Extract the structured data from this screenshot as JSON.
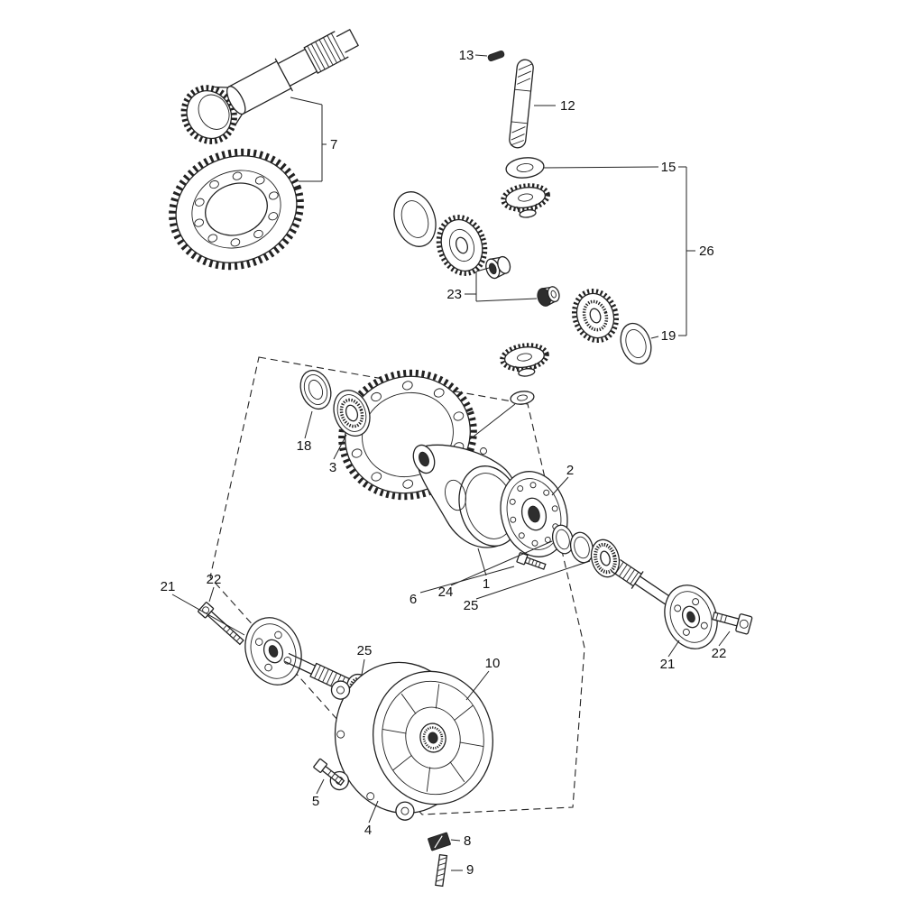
{
  "page": {
    "background_color": "#ffffff",
    "line_color": "#222222"
  },
  "diagram": {
    "kind": "exploded-parts-diagram",
    "labels": [
      {
        "id": "callout-13",
        "text": "13"
      },
      {
        "id": "callout-12",
        "text": "12"
      },
      {
        "id": "callout-15",
        "text": "15"
      },
      {
        "id": "callout-26",
        "text": "26"
      },
      {
        "id": "callout-19",
        "text": "19"
      },
      {
        "id": "callout-23",
        "text": "23"
      },
      {
        "id": "callout-7",
        "text": "7"
      },
      {
        "id": "callout-18",
        "text": "18"
      },
      {
        "id": "callout-3",
        "text": "3"
      },
      {
        "id": "callout-2",
        "text": "2"
      },
      {
        "id": "callout-1",
        "text": "1"
      },
      {
        "id": "callout-6",
        "text": "6"
      },
      {
        "id": "callout-24",
        "text": "24"
      },
      {
        "id": "callout-25-upper",
        "text": "25"
      },
      {
        "id": "callout-22-left",
        "text": "22"
      },
      {
        "id": "callout-21-left",
        "text": "21"
      },
      {
        "id": "callout-25-lower",
        "text": "25"
      },
      {
        "id": "callout-10",
        "text": "10"
      },
      {
        "id": "callout-5",
        "text": "5"
      },
      {
        "id": "callout-4",
        "text": "4"
      },
      {
        "id": "callout-8",
        "text": "8"
      },
      {
        "id": "callout-9",
        "text": "9"
      },
      {
        "id": "callout-22-right",
        "text": "22"
      },
      {
        "id": "callout-21-right",
        "text": "21"
      }
    ]
  }
}
